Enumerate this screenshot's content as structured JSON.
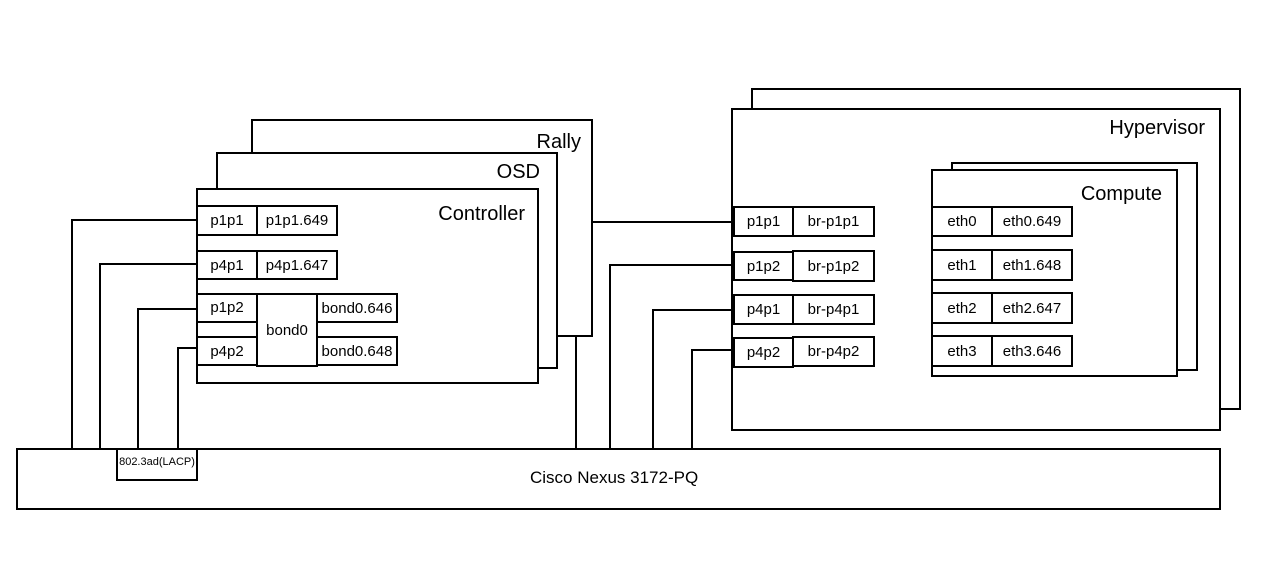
{
  "controller_stack": {
    "back_label": "Rally",
    "middle_label": "OSD",
    "front_label": "Controller",
    "interfaces": [
      {
        "phys": "p1p1",
        "vlan": "p1p1.649"
      },
      {
        "phys": "p4p1",
        "vlan": "p4p1.647"
      }
    ],
    "bond": {
      "members": [
        "p1p2",
        "p4p2"
      ],
      "name": "bond0",
      "vlans": [
        "bond0.646",
        "bond0.648"
      ]
    }
  },
  "hypervisor_stack": {
    "label": "Hypervisor",
    "bridges": [
      {
        "phys": "p1p1",
        "bridge": "br-p1p1"
      },
      {
        "phys": "p1p2",
        "bridge": "br-p1p2"
      },
      {
        "phys": "p4p1",
        "bridge": "br-p4p1"
      },
      {
        "phys": "p4p2",
        "bridge": "br-p4p2"
      }
    ],
    "compute": {
      "label": "Compute",
      "interfaces": [
        {
          "nic": "eth0",
          "vlan": "eth0.649"
        },
        {
          "nic": "eth1",
          "vlan": "eth1.648"
        },
        {
          "nic": "eth2",
          "vlan": "eth2.647"
        },
        {
          "nic": "eth3",
          "vlan": "eth3.646"
        }
      ]
    }
  },
  "switch": {
    "label": "Cisco Nexus 3172-PQ",
    "lacp_label": "802.3ad(LACP)"
  }
}
